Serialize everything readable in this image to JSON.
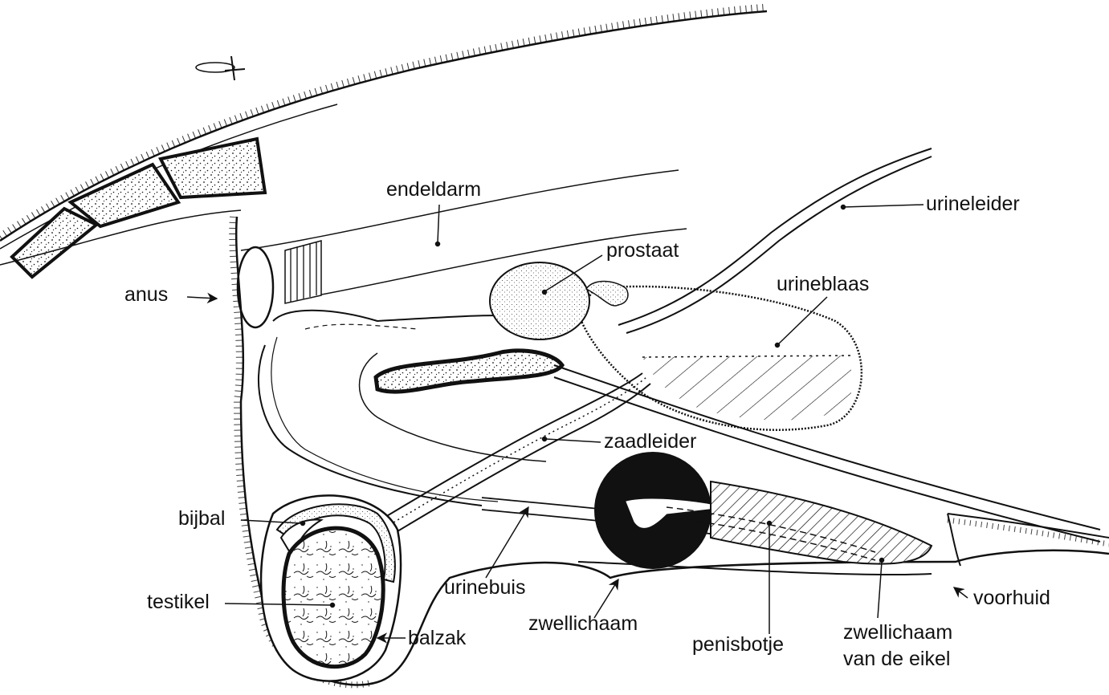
{
  "diagram": {
    "labels": {
      "endeldarm": "endeldarm",
      "urineleider": "urineleider",
      "prostaat": "prostaat",
      "urineblaas": "urineblaas",
      "anus": "anus",
      "zaadleider": "zaadleider",
      "bijbal": "bijbal",
      "testikel": "testikel",
      "urinebuis": "urinebuis",
      "zwellichaam": "zwellichaam",
      "balzak": "balzak",
      "penisbotje": "penisbotje",
      "voorhuid": "voorhuid",
      "zwellichaam_eikel_line1": "zwellichaam",
      "zwellichaam_eikel_line2": "van de eikel"
    },
    "colors": {
      "ink": "#111111",
      "paper": "#ffffff",
      "stipple": "#f4f4f4"
    }
  }
}
